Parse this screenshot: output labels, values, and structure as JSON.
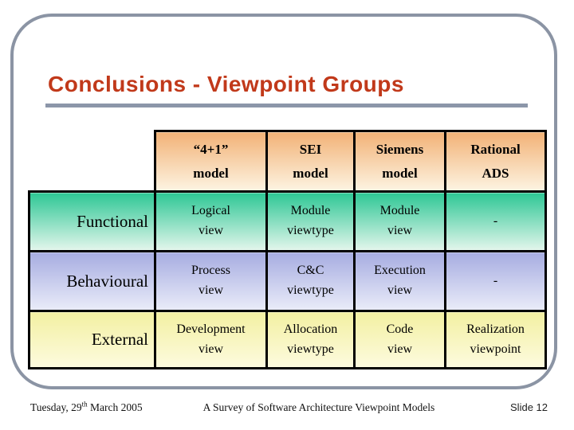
{
  "slide": {
    "title": "Conclusions - Viewpoint Groups"
  },
  "table": {
    "headers": [
      "“4+1”\nmodel",
      "SEI\nmodel",
      "Siemens\nmodel",
      "Rational\nADS"
    ],
    "rows": [
      {
        "label": "Functional",
        "cells": [
          "Logical\nview",
          "Module\nviewtype",
          "Module\nview",
          "-"
        ]
      },
      {
        "label": "Behavioural",
        "cells": [
          "Process\nview",
          "C&C\nviewtype",
          "Execution\nview",
          "-"
        ]
      },
      {
        "label": "External",
        "cells": [
          "Development\nview",
          "Allocation\nviewtype",
          "Code\nview",
          "Realization\nviewpoint"
        ]
      }
    ]
  },
  "footer": {
    "date_prefix": "Tuesday, 29",
    "date_superscript": "th",
    "date_suffix": " March 2005",
    "center_text": "A Survey of Software Architecture Viewpoint Models",
    "slide_number": "Slide 12"
  },
  "colors": {
    "title": "#C1391A",
    "title_underline": "#8C96A9",
    "slide_border": "#8B94A4",
    "table_border": "#000000",
    "header_gradient_top": "#F2B277",
    "header_gradient_bottom": "#FDF4E2",
    "functional_gradient_top": "#2EC795",
    "functional_gradient_bottom": "#E3F6EC",
    "behavioural_gradient_top": "#A7ADE1",
    "behavioural_gradient_bottom": "#EAECF9",
    "external_gradient_top": "#F3F0A2",
    "external_gradient_bottom": "#FDFBDF"
  }
}
